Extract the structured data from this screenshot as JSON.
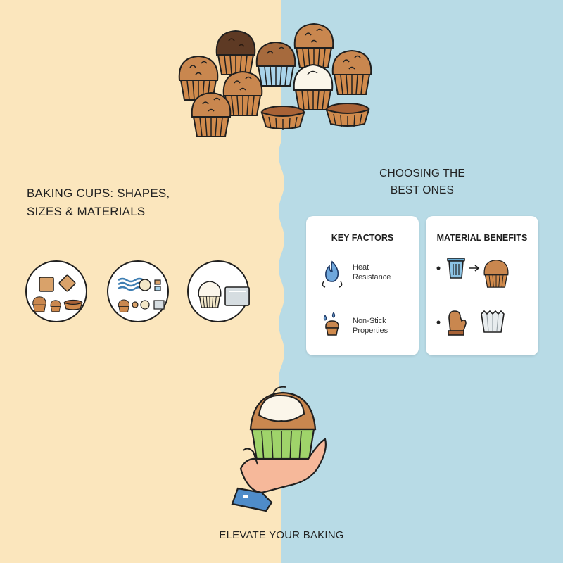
{
  "left_panel": {
    "title_line1": "BAKING CUPS: SHAPES,",
    "title_line2": "SIZES & MATERIALS",
    "background": "#fbe6bd"
  },
  "right_panel": {
    "title_line1": "CHOOSING THE",
    "title_line2": "BEST ONES",
    "background": "#b8dbe6"
  },
  "cards": {
    "key_factors": {
      "title": "KEY FACTORS",
      "items": [
        {
          "icon": "flame-icon",
          "line1": "Heat",
          "line2": "Resistance"
        },
        {
          "icon": "droplets-cupcake-icon",
          "line1": "Non-Stick",
          "line2": "Properties"
        }
      ]
    },
    "material_benefits": {
      "title": "MATERIAL BENEFITS",
      "rows": [
        {
          "icons": [
            "trash-can-icon",
            "arrow-icon",
            "muffin-icon"
          ]
        },
        {
          "icons": [
            "oven-mitt-icon",
            "foil-cup-icon"
          ]
        }
      ]
    }
  },
  "circles": [
    {
      "name": "shapes-circle",
      "icons": [
        "square-cup-icon",
        "diamond-cup-icon",
        "muffin-cup-icon",
        "mini-cup-icon",
        "tart-cup-icon"
      ]
    },
    {
      "name": "sizes-circle",
      "icons": [
        "wavy-liner-icon",
        "round-liner-icon",
        "mini-cup-icon"
      ]
    },
    {
      "name": "materials-circle",
      "icons": [
        "paper-cup-icon",
        "foil-liner-icon"
      ]
    }
  ],
  "footer": {
    "text": "ELEVATE YOUR BAKING"
  },
  "colors": {
    "muffin_cake": "#c9874f",
    "muffin_wrapper": "#d08a4c",
    "chocolate": "#5e3a24",
    "blue_wrapper": "#a9d3ea",
    "green_wrapper": "#9fd36a",
    "frosting": "#fbf6ea",
    "outline": "#1f1f1f"
  }
}
